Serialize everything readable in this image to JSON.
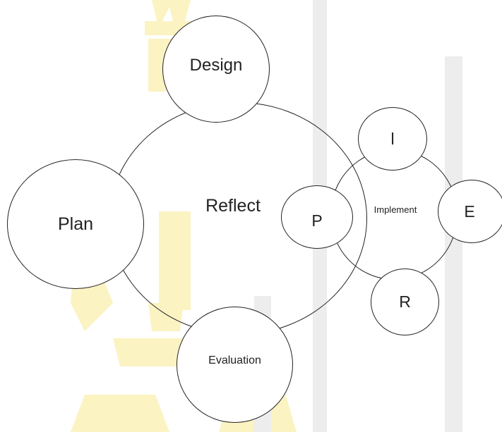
{
  "diagram": {
    "nodes": {
      "reflect": "Reflect",
      "design": "Design",
      "plan": "Plan",
      "evaluation": "Evaluation",
      "implement": "Implement",
      "sub_i": "l",
      "sub_e": "E",
      "sub_r": "R",
      "sub_p": "P"
    },
    "watermark_colors": {
      "yellow": "#FBF3C2",
      "gray": "#EDEDED"
    }
  }
}
